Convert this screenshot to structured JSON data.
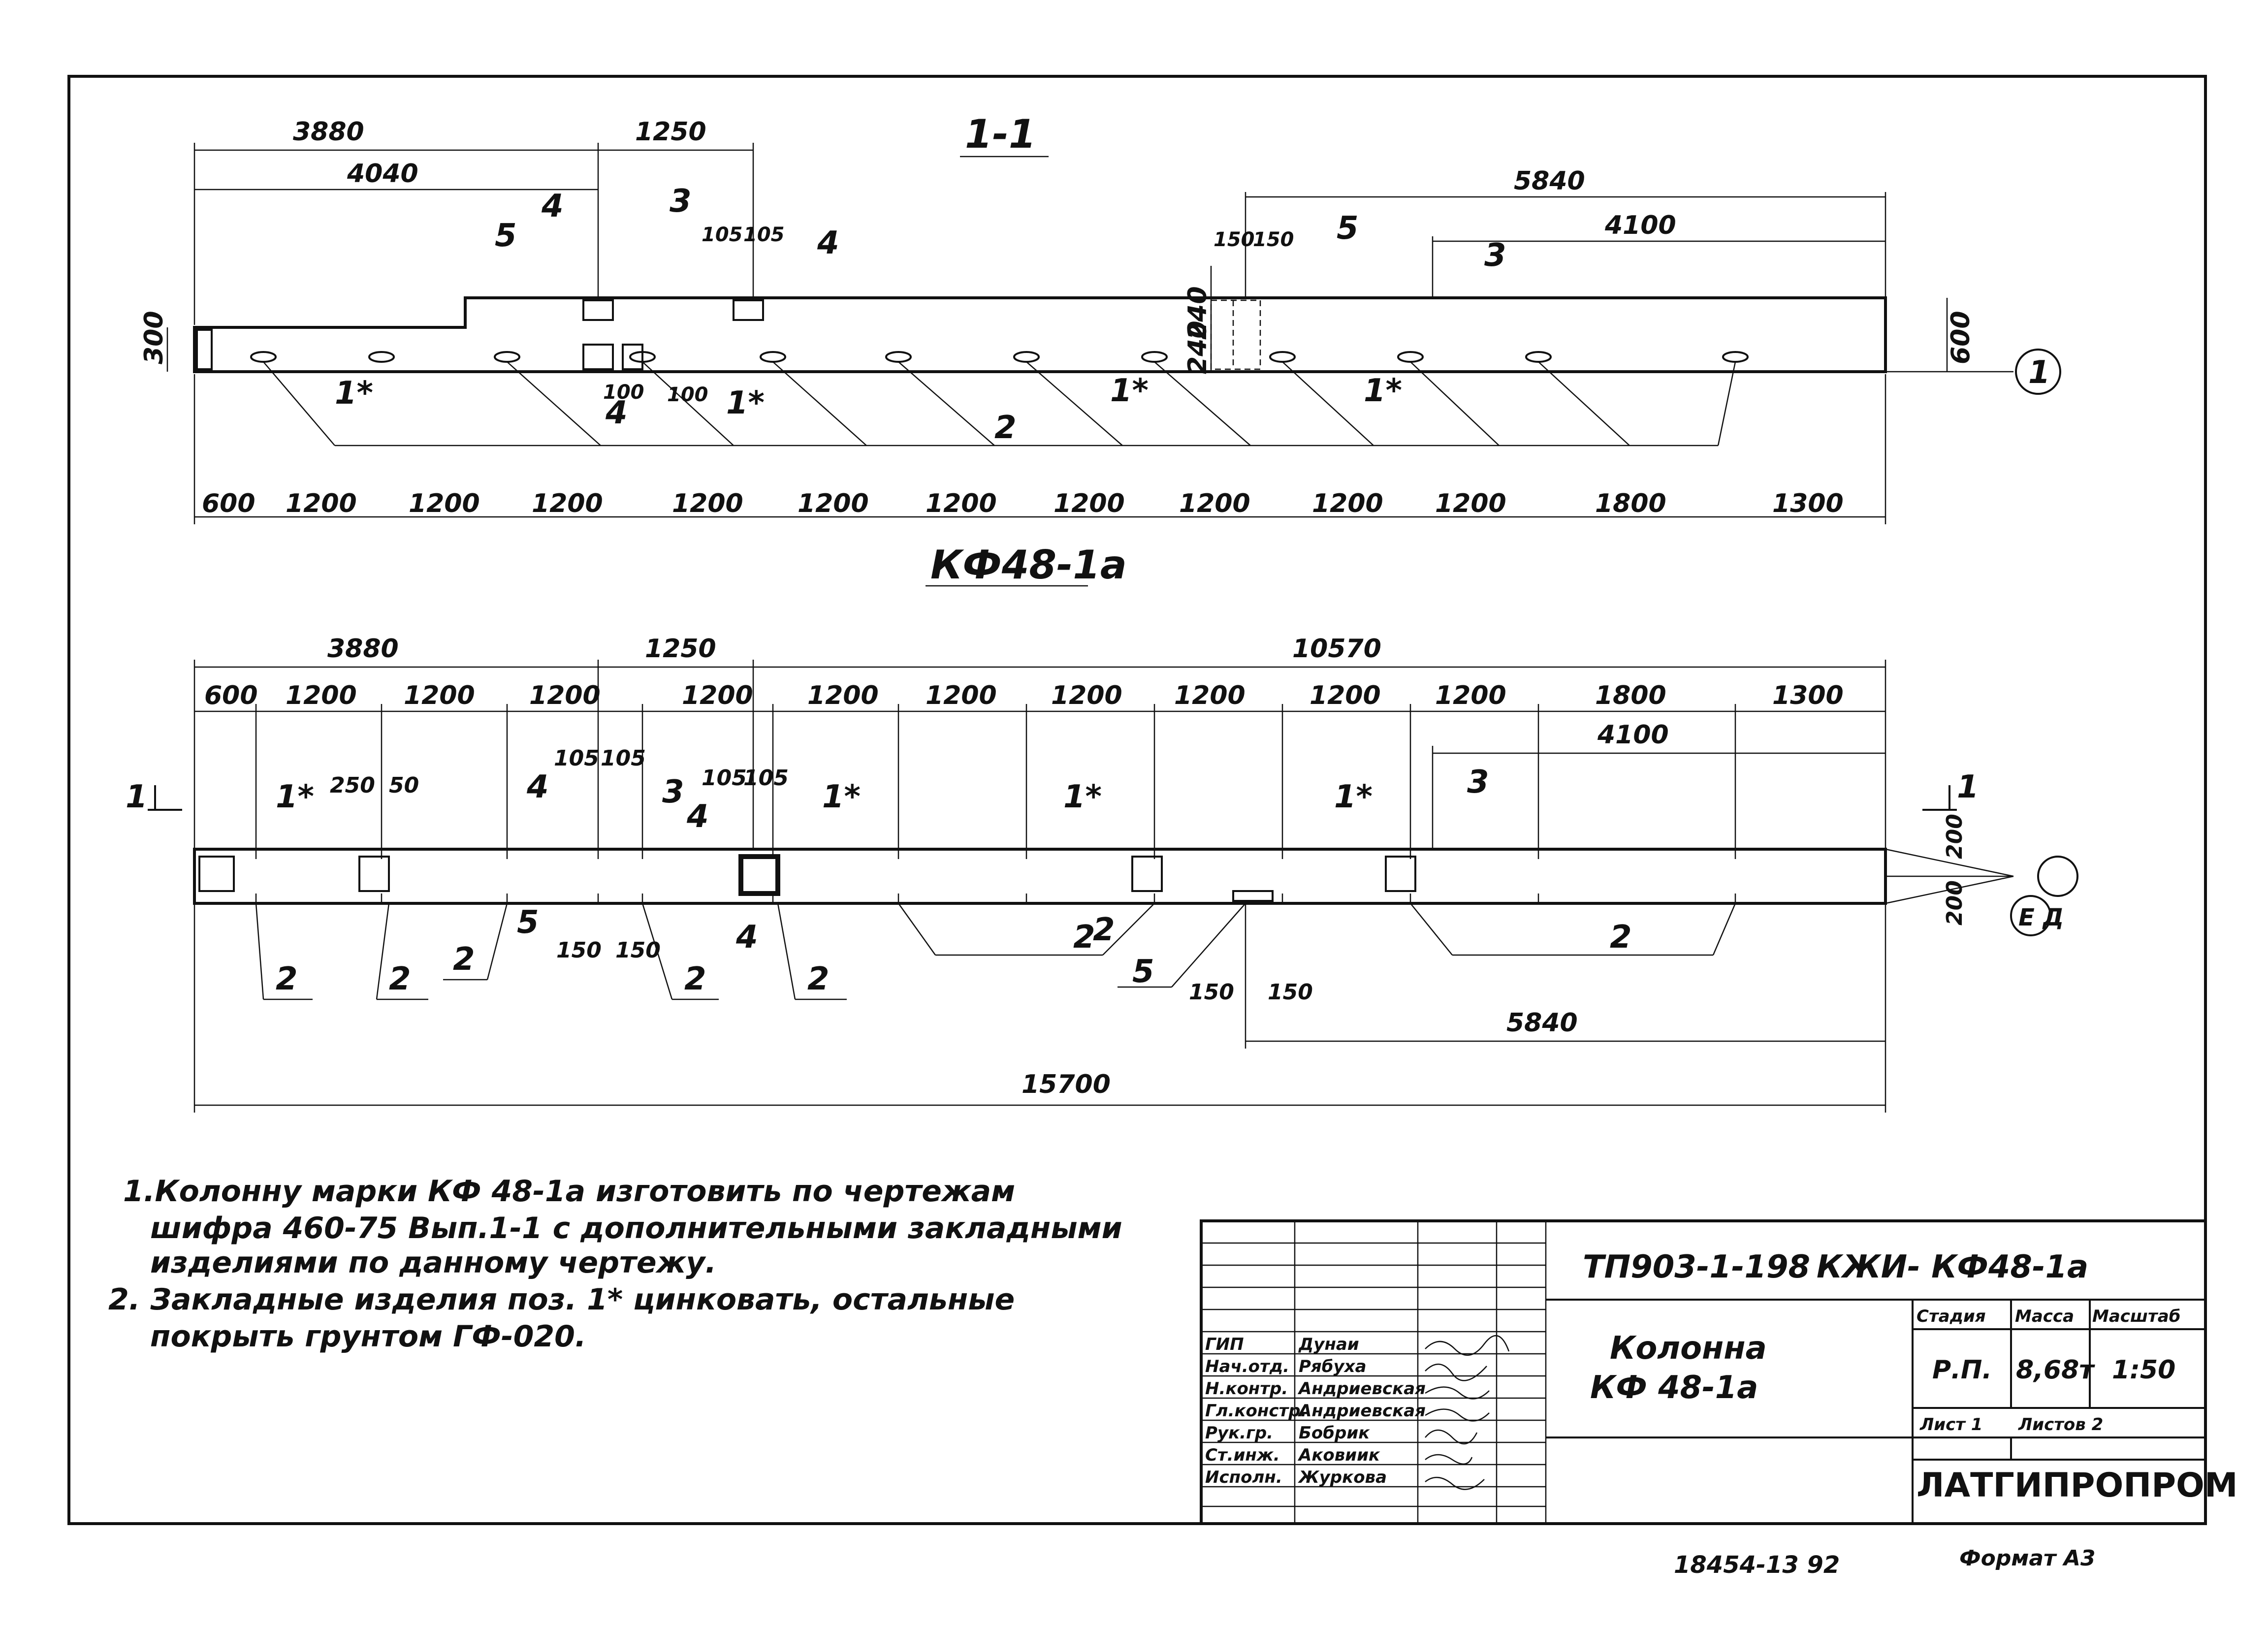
{
  "section": {
    "title": "1-1",
    "top_dims": [
      "3880",
      "1250",
      "4040",
      "5840",
      "4100"
    ],
    "vert_dims": [
      "300",
      "600",
      "240",
      "240"
    ],
    "small_dims": [
      "105",
      "105",
      "150",
      "150",
      "100",
      "100"
    ],
    "bottom_dims": [
      "600",
      "1200",
      "1200",
      "1200",
      "1200",
      "1200",
      "1200",
      "1200",
      "1200",
      "1200",
      "1200",
      "1800",
      "1300"
    ],
    "leaders": [
      "5",
      "4",
      "3",
      "4",
      "5",
      "3",
      "1*",
      "1*",
      "1*",
      "1*",
      "4",
      "2"
    ],
    "axis": "1"
  },
  "plan": {
    "title": "КФ48-1а",
    "top_dims": [
      "3880",
      "1250",
      "10570"
    ],
    "row_dims": [
      "600",
      "1200",
      "1200",
      "1200",
      "1200",
      "1200",
      "1200",
      "1200",
      "1200",
      "1200",
      "1200",
      "1800",
      "1300"
    ],
    "sub_dims": [
      "250",
      "50",
      "105",
      "105",
      "105",
      "105",
      "4100",
      "200",
      "200",
      "150",
      "150",
      "150",
      "150",
      "5840",
      "15700"
    ],
    "leaders": [
      "1*",
      "4",
      "3",
      "4",
      "1*",
      "1*",
      "1*",
      "3",
      "5",
      "4",
      "5",
      "2",
      "2",
      "2",
      "2",
      "2",
      "2",
      "2",
      "2"
    ],
    "cut_left": "1",
    "cut_right": "1",
    "axis": "Е Д"
  },
  "notes": [
    "1.Колонну марки КФ 48-1а изготовить по чертежам",
    "шифра 460-75 Вып.1-1 с дополнительными закладными",
    "изделиями по данному чертежу.",
    "2. Закладные изделия поз. 1* цинковать, остальные",
    "покрыть грунтом ГФ-020."
  ],
  "title_block": {
    "code": "ТП903-1-198",
    "mark": "КЖИ- КФ48-1а",
    "name_line1": "Колонна",
    "name_line2": "КФ 48-1а",
    "roles": [
      "ГИП",
      "Нач.отд.",
      "Н.контр.",
      "Гл.констр.",
      "Рук.гр.",
      "Ст.инж.",
      "Исполн."
    ],
    "people": [
      "Дунаи",
      "Рябуха",
      "Андриевская",
      "Андриевская",
      "Бобрик",
      "Аковиик",
      "Журкова"
    ],
    "stage_header": "Стадия",
    "mass_header": "Масса",
    "scale_header": "Масштаб",
    "stage": "Р.П.",
    "mass": "8,68т",
    "scale": "1:50",
    "sheet": "Лист 1",
    "sheets": "Листов 2",
    "org": "ЛАТГИПРОПРОМ"
  },
  "footer": {
    "archive": "18454-13 92",
    "format": "Формат А3"
  }
}
